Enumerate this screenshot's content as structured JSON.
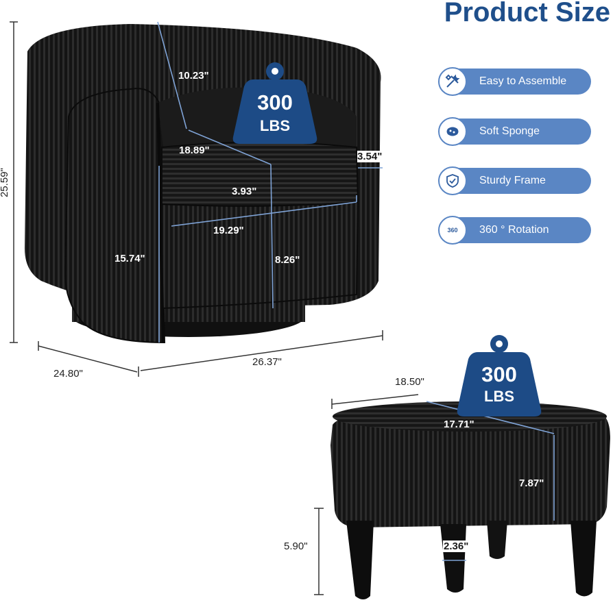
{
  "header": {
    "title": "Product Size"
  },
  "colors": {
    "brand": "#1f4f8b",
    "pill": "#5a86c4",
    "weight": "#1d4b86",
    "measure": "#7fa3d6"
  },
  "features": [
    {
      "label": "Easy to Assemble",
      "icon": "tools-icon"
    },
    {
      "label": "Soft Sponge",
      "icon": "sponge-icon"
    },
    {
      "label": "Sturdy Frame",
      "icon": "shield-icon"
    },
    {
      "label": "360 ° Rotation",
      "icon": "rotation-360-icon"
    }
  ],
  "icon_text": {
    "rotation": "360"
  },
  "chair": {
    "weight": {
      "value": "300",
      "unit": "LBS"
    },
    "dims": {
      "height_total": "25.59\"",
      "back_depth": "10.23\"",
      "seat_depth": "18.89\"",
      "arm_width": "3.54\"",
      "cushion_height": "3.93\"",
      "seat_width": "19.29\"",
      "seat_height": "15.74\"",
      "front_height": "8.26\"",
      "depth": "24.80\"",
      "width": "26.37\""
    }
  },
  "ottoman": {
    "weight": {
      "value": "300",
      "unit": "LBS"
    },
    "dims": {
      "width": "18.50\"",
      "depth": "17.71\"",
      "body_height": "7.87\"",
      "leg_height": "5.90\"",
      "leg_width": "2.36\""
    }
  }
}
